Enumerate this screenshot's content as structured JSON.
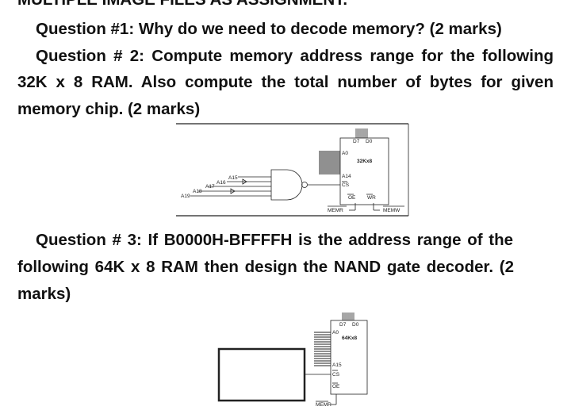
{
  "header": {
    "title": "MULTIPLE IMAGE FILES AS ASSIGNMENT."
  },
  "question1": {
    "text": "Question #1: Why do we need to decode memory? (2 marks)"
  },
  "question2": {
    "line1": "Question # 2: Compute memory address range for the following",
    "line2": "32K x 8 RAM. Also compute the total number of bytes for given",
    "line3": "memory chip. (2 marks)"
  },
  "diagram1": {
    "chip_label": "32Kx8",
    "pins": {
      "d7": "D7",
      "d0": "D0",
      "a0": "A0",
      "a14": "A14",
      "cs": "CS",
      "oe": "OE",
      "wr": "WR"
    },
    "inputs": [
      "A15",
      "A16",
      "A17",
      "A18",
      "A19"
    ],
    "memr": "MEMR",
    "memw": "MEMW"
  },
  "question3": {
    "line1": "Question # 3: If B0000H-BFFFFH is the address range of the",
    "line2": "following 64K x 8 RAM then design the NAND gate decoder. (2",
    "line3": "marks)"
  },
  "diagram2": {
    "chip_label": "64Kx8",
    "pins": {
      "d7": "D7",
      "d0": "D0",
      "a0": "A0",
      "a15": "A15",
      "cs": "CS",
      "oe": "OE"
    },
    "memr": "MEMR"
  }
}
